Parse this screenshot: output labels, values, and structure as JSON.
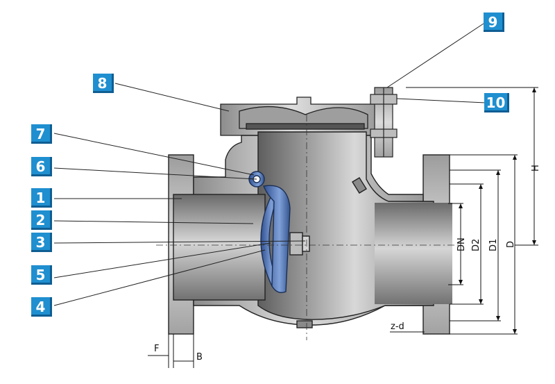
{
  "callouts": [
    "1",
    "2",
    "3",
    "4",
    "5",
    "6",
    "7",
    "8",
    "9",
    "10"
  ],
  "dimensions": {
    "dn": "DN",
    "d2": "D2",
    "d1": "D1",
    "d": "D",
    "h": "H",
    "zd": "z-d",
    "f": "F",
    "b": "B"
  },
  "colors": {
    "body": "#b9b9b9",
    "body_dark": "#7d7d7d",
    "disc": "#4a6fb0",
    "callout_bg": "#1f8fd0",
    "line": "#222222"
  }
}
